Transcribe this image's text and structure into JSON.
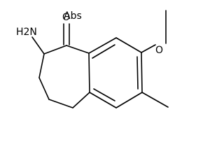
{
  "molecule": {
    "atoms": {
      "amine": "H2N",
      "carbonyl_oxygen": "O",
      "carbonyl_annotation": "Abs",
      "ether_oxygen": "O"
    }
  },
  "colors": {
    "bond": "#000000",
    "label": "#000000",
    "background": "#ffffff"
  }
}
